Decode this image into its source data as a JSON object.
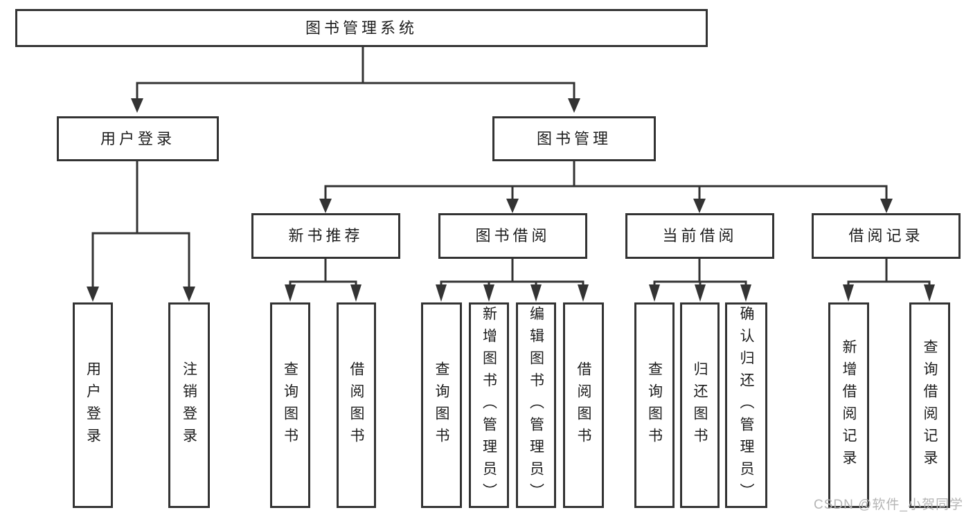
{
  "colors": {
    "line": "#333333",
    "box_border": "#333333",
    "box_fill": "#ffffff",
    "text": "#1c1c1c",
    "watermark": "#b5b5b5",
    "background": "#ffffff"
  },
  "watermark": {
    "text": "CSDN @软件_小贺同学"
  },
  "nodes": {
    "root": "图书管理系统",
    "level2": [
      "用户登录",
      "图书管理"
    ],
    "level3": [
      "新书推荐",
      "图书借阅",
      "当前借阅",
      "借阅记录"
    ],
    "children": {
      "user_login": [
        "用户登录",
        "注销登录"
      ],
      "new_book_recommend": [
        "查询图书",
        "借阅图书"
      ],
      "book_borrow": [
        "查询图书",
        "新增图书（管理员）",
        "编辑图书（管理员）",
        "借阅图书"
      ],
      "current_borrow": [
        "查询图书",
        "归还图书",
        "确认归还（管理员）"
      ],
      "borrow_records": [
        "新增借阅记录",
        "查询借阅记录"
      ]
    }
  }
}
